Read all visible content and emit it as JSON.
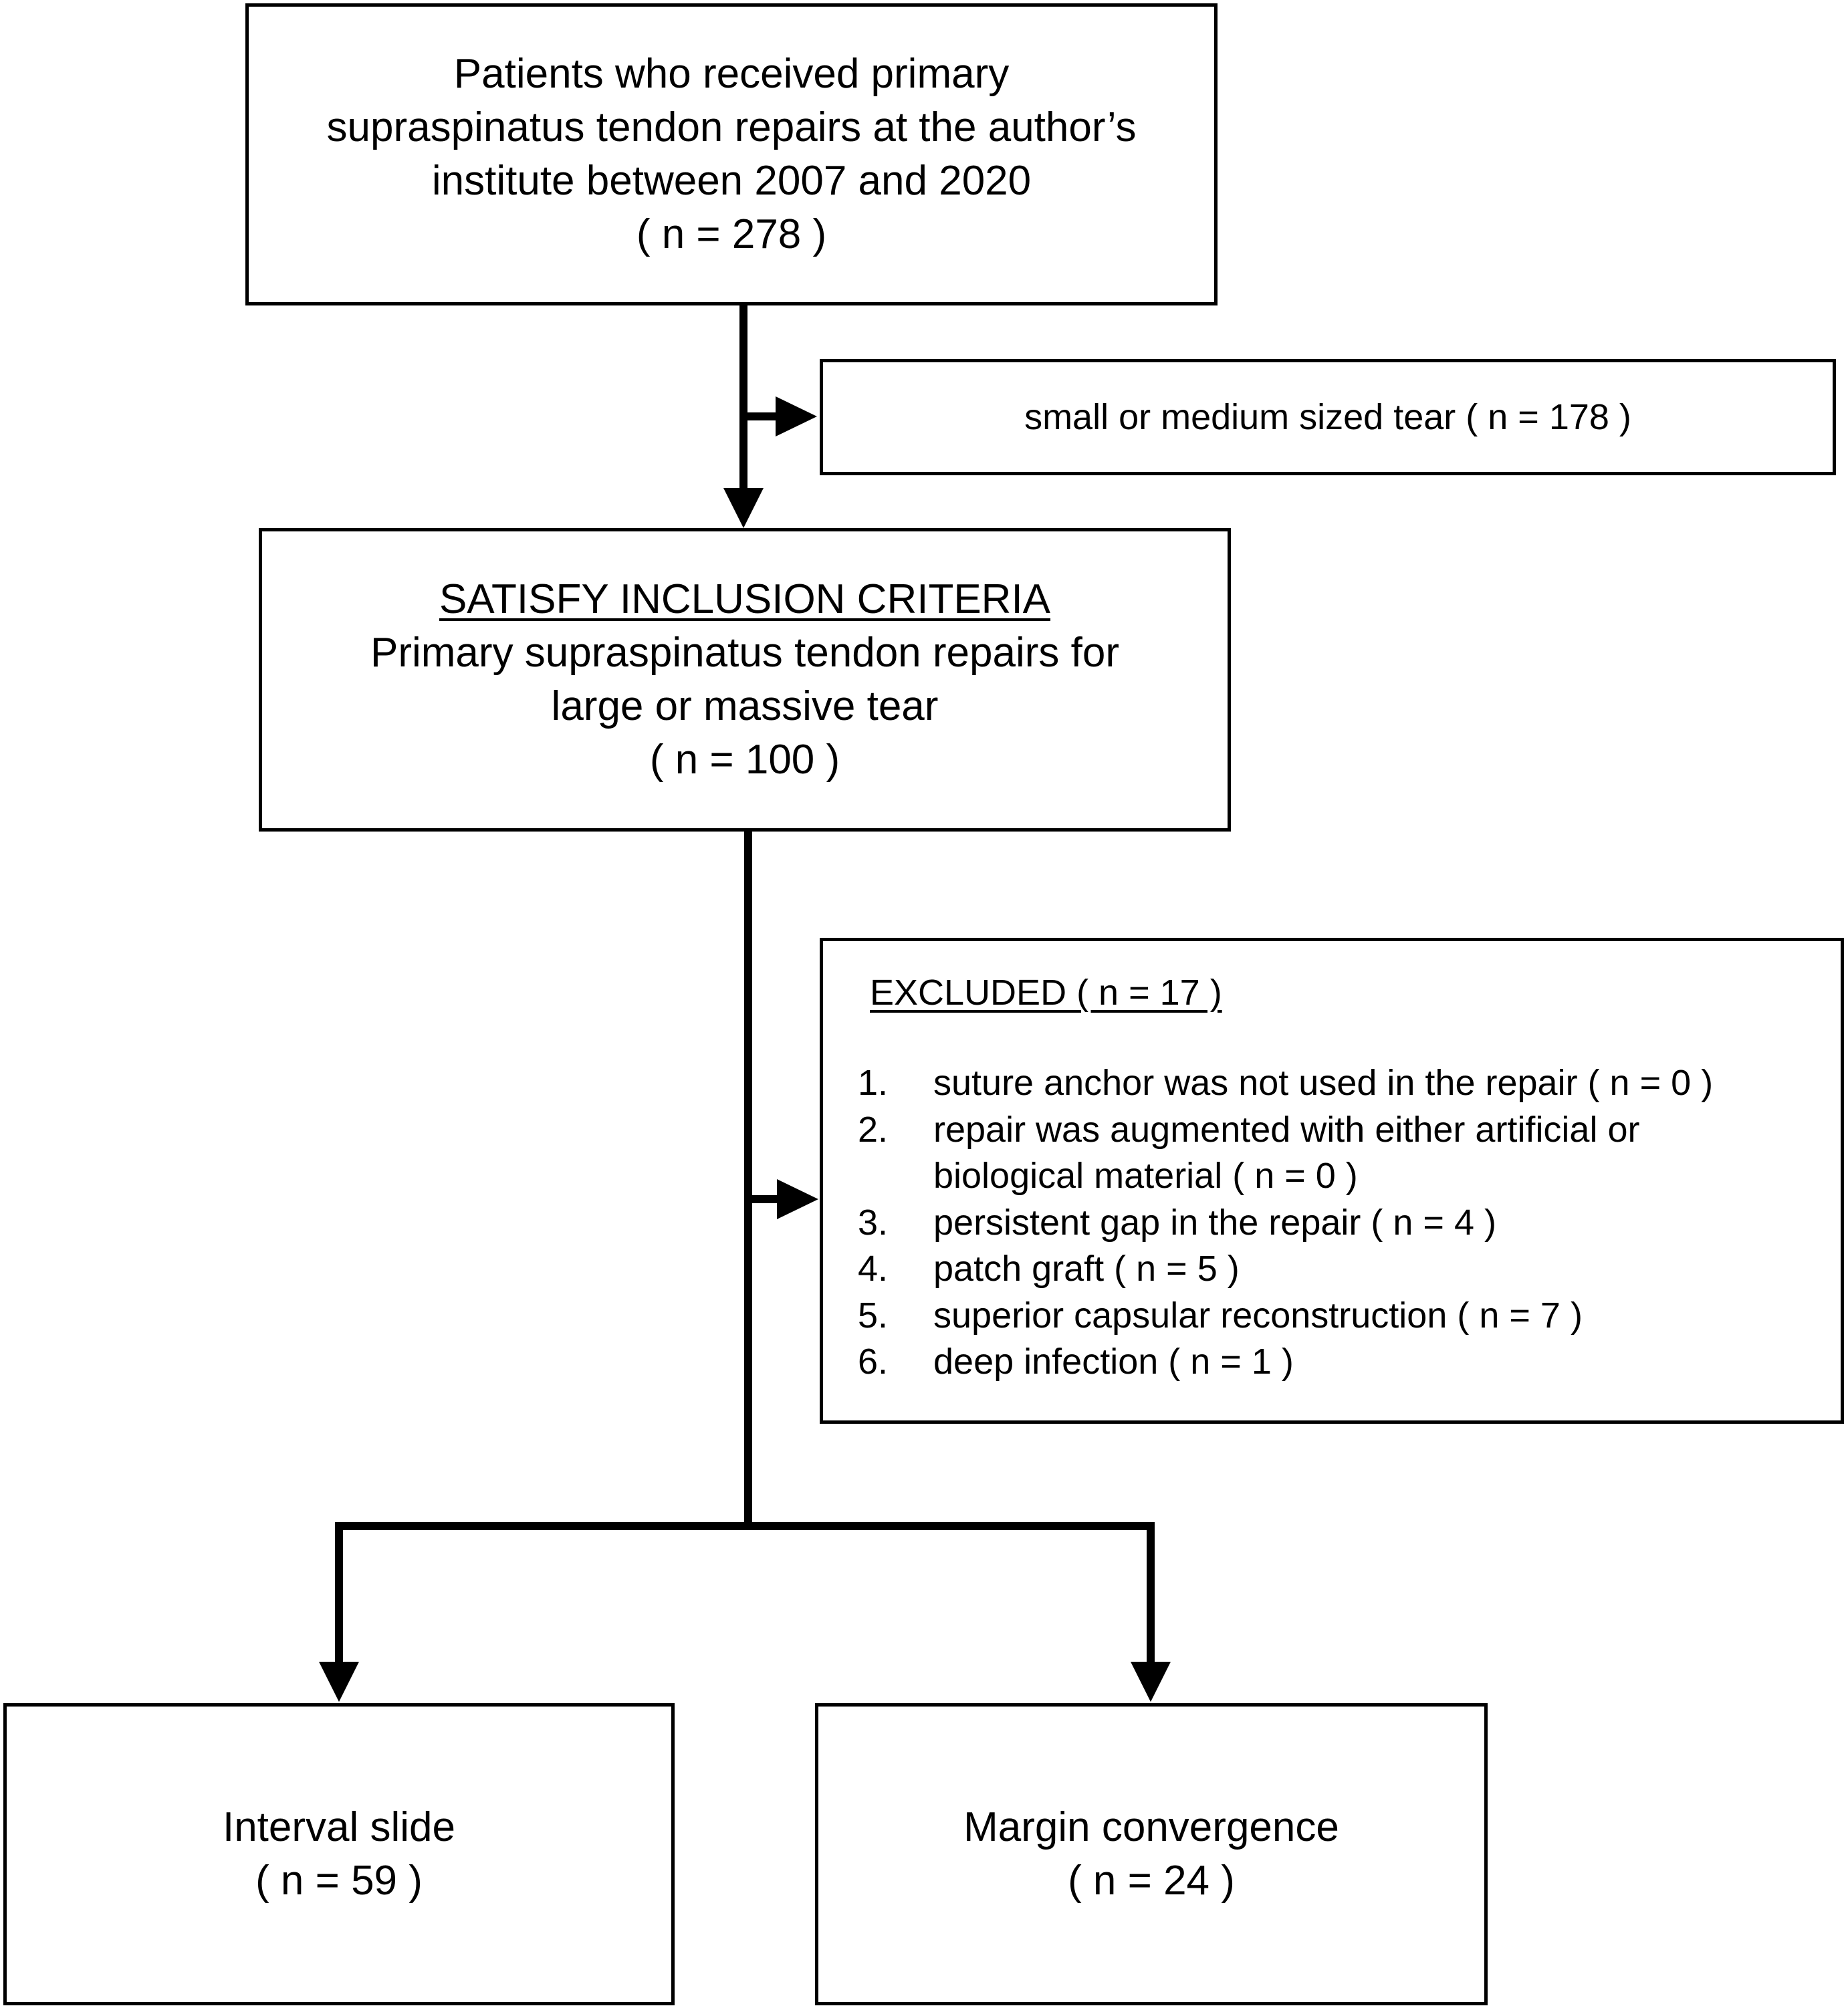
{
  "flowchart": {
    "top_box": {
      "lines": [
        "Patients who received primary",
        "supraspinatus tendon repairs at the author’s",
        "institute between 2007 and 2020",
        "( n = 278 )"
      ]
    },
    "small_box": {
      "text": "small or medium sized tear ( n = 178 )"
    },
    "inclusion_box": {
      "heading": "SATISFY INCLUSION CRITERIA",
      "lines": [
        "Primary supraspinatus tendon repairs for",
        "large or massive tear",
        "( n = 100 )"
      ]
    },
    "excluded_box": {
      "heading": "EXCLUDED ( n = 17 )",
      "items": [
        {
          "num": "1.",
          "text": "suture anchor was not used in the repair ( n = 0 )"
        },
        {
          "num": "2.",
          "text": "repair was augmented with either artificial or\nbiological material ( n = 0 )"
        },
        {
          "num": "3.",
          "text": "persistent gap in the repair ( n = 4 )"
        },
        {
          "num": "4.",
          "text": "patch graft ( n = 5 )"
        },
        {
          "num": "5.",
          "text": "superior capsular reconstruction ( n = 7 )"
        },
        {
          "num": "6.",
          "text": "deep infection ( n = 1  )"
        }
      ]
    },
    "slide_box": {
      "lines": [
        "Interval slide",
        "( n = 59 )"
      ]
    },
    "margin_box": {
      "lines": [
        "Margin convergence",
        "( n = 24 )"
      ]
    }
  }
}
